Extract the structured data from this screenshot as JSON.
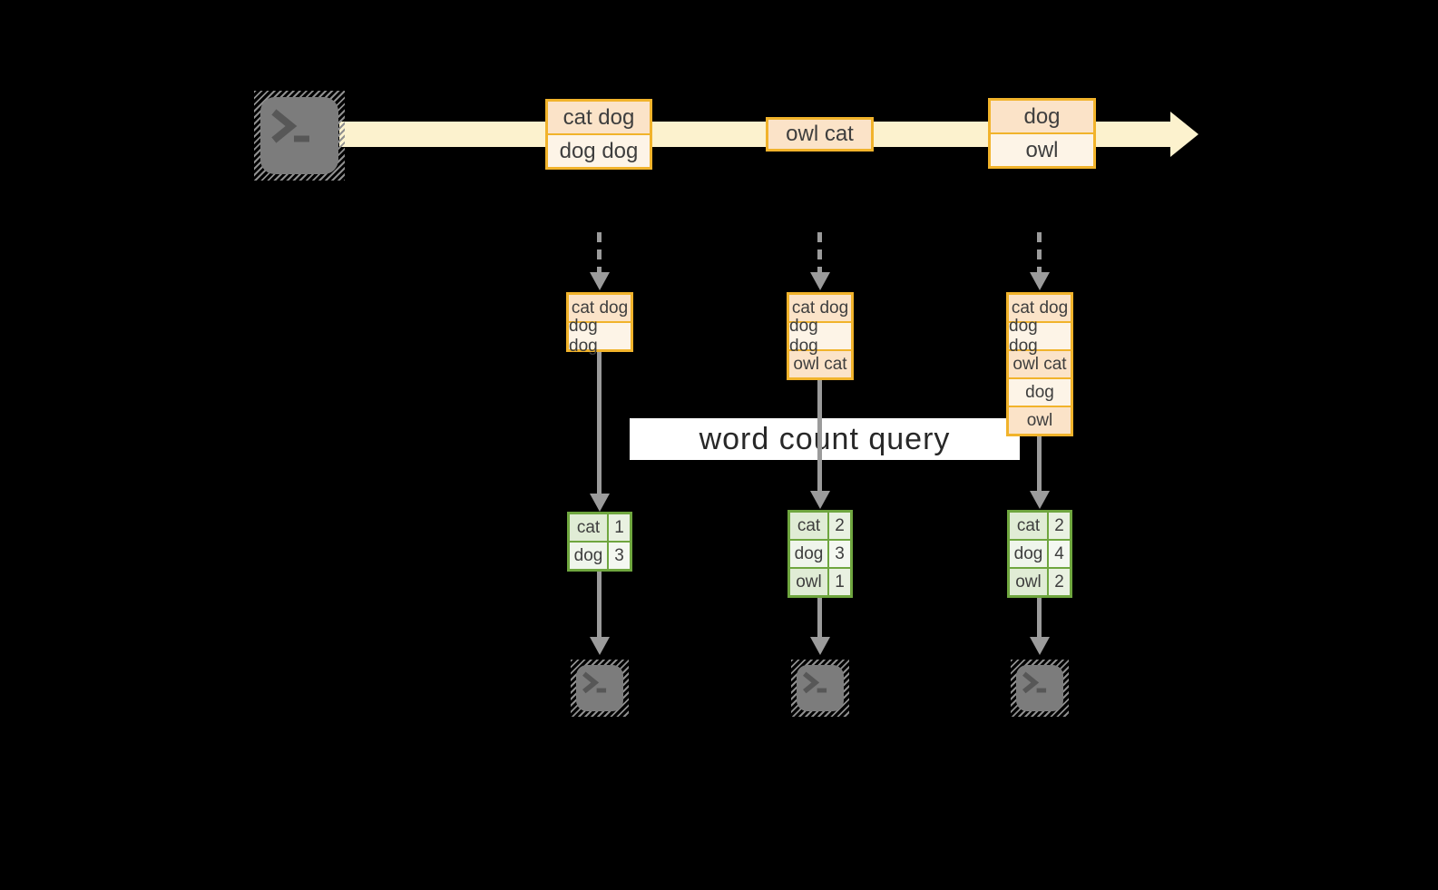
{
  "palette": {
    "accent_gold": "#F1B32B",
    "event_peach": "#FBE3C8",
    "event_cream": "#FDF4E7",
    "stream_band_yellow": "#FCF2CE",
    "table_green": "#6FA63F",
    "table_cell_green": "#E0ECD5",
    "table_cell_green_light": "#EFF5EB",
    "arrow_gray": "#9B9B9B",
    "terminal_gray": "#7C7C7C"
  },
  "icons": {
    "terminal_glyph": ">_"
  },
  "query": {
    "label": "word count query"
  },
  "stream": {
    "events": [
      {
        "rows": [
          "cat dog",
          "dog dog"
        ]
      },
      {
        "rows": [
          "owl cat"
        ]
      },
      {
        "rows": [
          "dog",
          "owl"
        ]
      }
    ]
  },
  "columns": [
    {
      "buffer": [
        "cat dog",
        "dog dog"
      ],
      "counts": [
        {
          "word": "cat",
          "count": "1"
        },
        {
          "word": "dog",
          "count": "3"
        }
      ]
    },
    {
      "buffer": [
        "cat dog",
        "dog dog",
        "owl cat"
      ],
      "counts": [
        {
          "word": "cat",
          "count": "2"
        },
        {
          "word": "dog",
          "count": "3"
        },
        {
          "word": "owl",
          "count": "1"
        }
      ]
    },
    {
      "buffer": [
        "cat dog",
        "dog dog",
        "owl cat",
        "dog",
        "owl"
      ],
      "counts": [
        {
          "word": "cat",
          "count": "2"
        },
        {
          "word": "dog",
          "count": "4"
        },
        {
          "word": "owl",
          "count": "2"
        }
      ]
    }
  ]
}
